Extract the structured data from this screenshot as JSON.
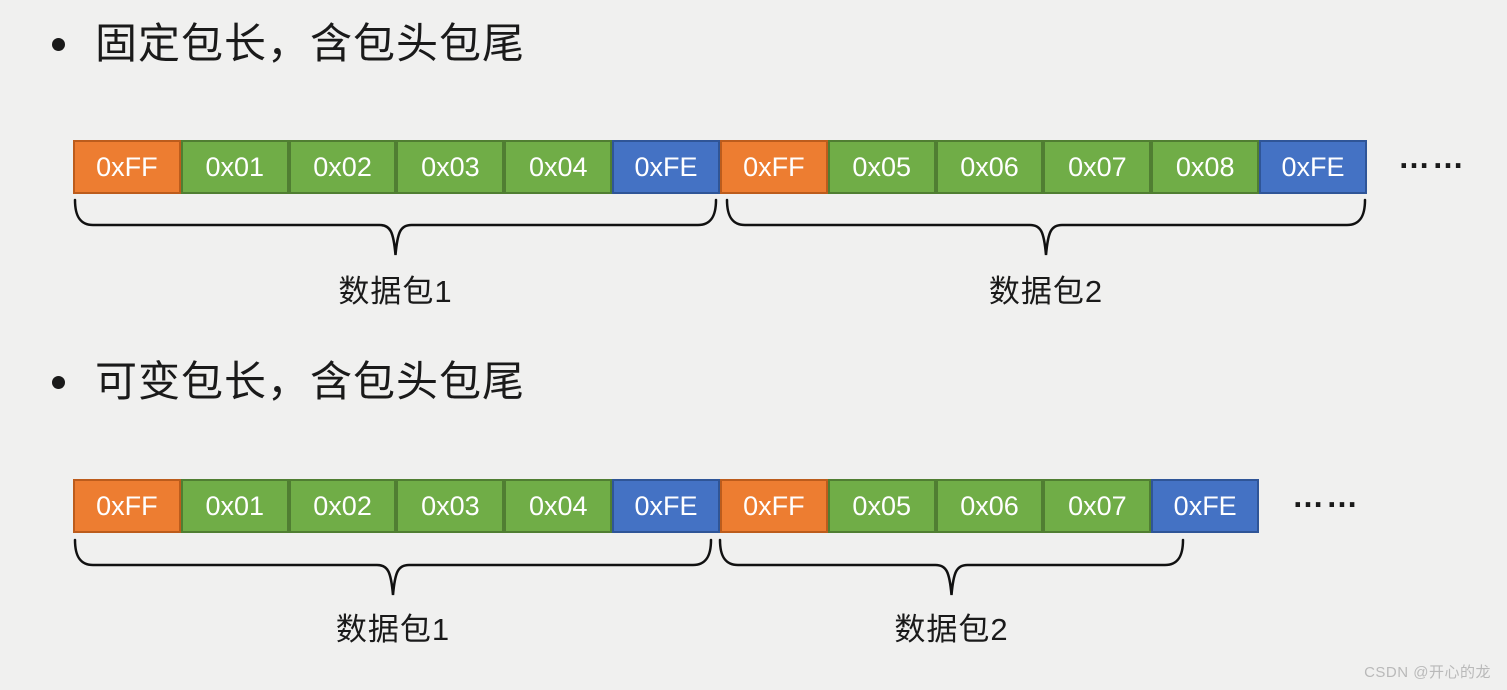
{
  "page": {
    "background": "#F0F0EF",
    "watermark": "CSDN @开心的龙"
  },
  "colors": {
    "page_bg": "#F0F0EF",
    "header_fill": "#ED7D31",
    "header_border": "#BC5C1C",
    "data_fill": "#70AD47",
    "data_border": "#507E32",
    "tail_fill": "#4472C4",
    "tail_border": "#2F5597",
    "cell_text": "#FFFFFF",
    "text": "#1A1A1A",
    "brace_stroke": "#111111",
    "watermark_color": "#B9B9B9"
  },
  "sections": [
    {
      "heading": "固定包长，含包头包尾",
      "cells": [
        {
          "label": "0xFF",
          "role": "header"
        },
        {
          "label": "0x01",
          "role": "data"
        },
        {
          "label": "0x02",
          "role": "data"
        },
        {
          "label": "0x03",
          "role": "data"
        },
        {
          "label": "0x04",
          "role": "data"
        },
        {
          "label": "0xFE",
          "role": "tail"
        },
        {
          "label": "0xFF",
          "role": "header"
        },
        {
          "label": "0x05",
          "role": "data"
        },
        {
          "label": "0x06",
          "role": "data"
        },
        {
          "label": "0x07",
          "role": "data"
        },
        {
          "label": "0x08",
          "role": "data"
        },
        {
          "label": "0xFE",
          "role": "tail"
        }
      ],
      "ellipsis": "……",
      "packet_labels": [
        "数据包1",
        "数据包2"
      ]
    },
    {
      "heading": "可变包长，含包头包尾",
      "cells": [
        {
          "label": "0xFF",
          "role": "header"
        },
        {
          "label": "0x01",
          "role": "data"
        },
        {
          "label": "0x02",
          "role": "data"
        },
        {
          "label": "0x03",
          "role": "data"
        },
        {
          "label": "0x04",
          "role": "data"
        },
        {
          "label": "0xFE",
          "role": "tail"
        },
        {
          "label": "0xFF",
          "role": "header"
        },
        {
          "label": "0x05",
          "role": "data"
        },
        {
          "label": "0x06",
          "role": "data"
        },
        {
          "label": "0x07",
          "role": "data"
        },
        {
          "label": "0xFE",
          "role": "tail"
        }
      ],
      "ellipsis": "……",
      "packet_labels": [
        "数据包1",
        "数据包2"
      ]
    }
  ]
}
